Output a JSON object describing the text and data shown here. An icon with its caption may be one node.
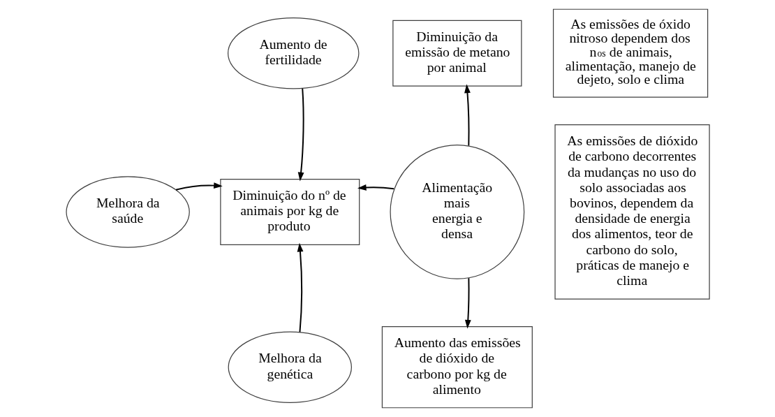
{
  "diagram": {
    "nodes": [
      {
        "text": [
          "Aumento de fertilidade"
        ]
      },
      {
        "text": [
          "Diminuição da emissão de metano por animal"
        ]
      },
      {
        "text": [
          "As emissões de óxido nitroso dependem dos n$^{os}$ de animais, alimentação, manejo de dejeto, solo e clima"
        ]
      },
      {
        "text": [
          "Melhora da saúde"
        ]
      },
      {
        "text": [
          "Diminuição do nº de animais por kg de produto"
        ]
      },
      {
        "text": [
          "Alimentação mais energia e densa"
        ]
      },
      {
        "text": [
          "As emissões de dióxido de carbono decorrentes da mudanças no uso do solo associadas aos bovinos, dependem da densidade de energia dos alimentos, teor de carbono do solo, práticas de manejo e clima"
        ]
      },
      {
        "text": [
          "Melhora da genética"
        ]
      },
      {
        "text": [
          "Aumento das emissões de dióxido de carbono por kg de alimento"
        ]
      }
    ],
    "edges": [
      {
        "from": 0,
        "to": 4,
        "arrow": "to"
      },
      {
        "from": 3,
        "to": 4,
        "arrow": "to"
      },
      {
        "from": 5,
        "to": 4,
        "arrow": "to"
      },
      {
        "from": 7,
        "to": 4,
        "arrow": "to"
      },
      {
        "from": 5,
        "to": 1,
        "arrow": "to"
      },
      {
        "from": 5,
        "to": 8,
        "arrow": "to"
      }
    ]
  }
}
